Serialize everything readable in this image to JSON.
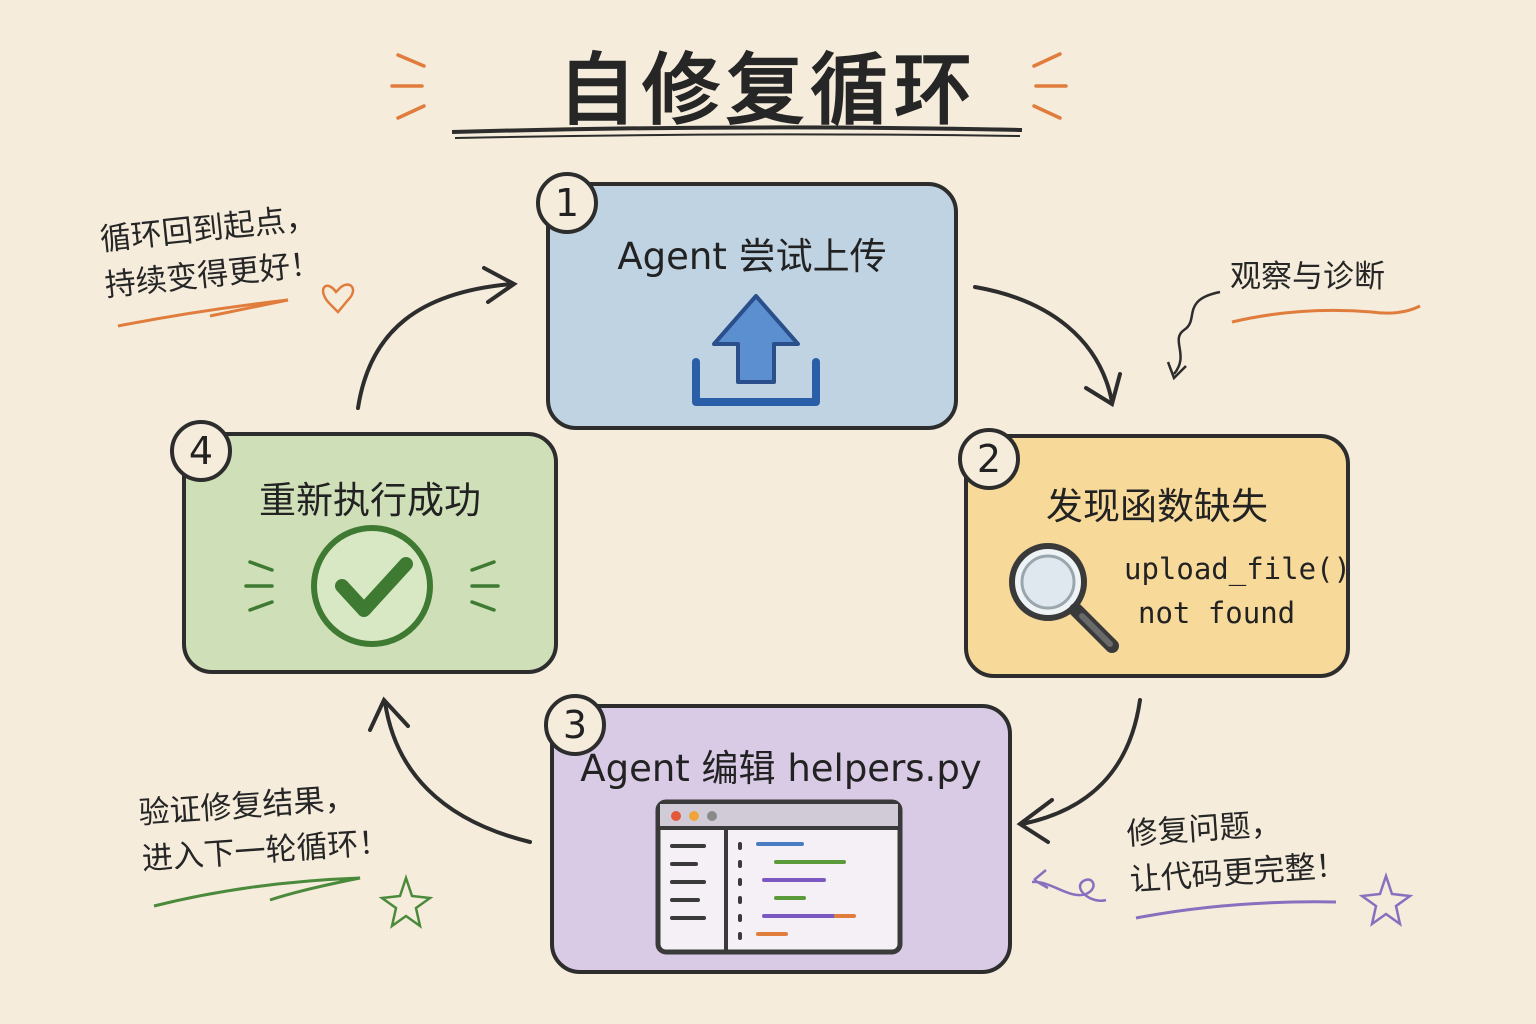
{
  "title": "自修复循环",
  "steps": [
    {
      "number": "1",
      "label": "Agent 尝试上传",
      "color": "#bfd3e3"
    },
    {
      "number": "2",
      "label": "发现函数缺失",
      "color": "#f7d99a",
      "code_line1": "upload_file()",
      "code_line2": "not found"
    },
    {
      "number": "3",
      "label": "Agent 编辑 helpers.py",
      "color": "#d9cbe5"
    },
    {
      "number": "4",
      "label": "重新执行成功",
      "color": "#cfdfb8"
    }
  ],
  "notes": {
    "top_left": [
      "循环回到起点，",
      "持续变得更好！"
    ],
    "top_right": [
      "观察与诊断"
    ],
    "bottom_left": [
      "验证修复结果，",
      "进入下一轮循环！"
    ],
    "bottom_right": [
      "修复问题，",
      "让代码更完整！"
    ]
  },
  "icons": {
    "step1": "upload-icon",
    "step2": "magnifier-icon",
    "step3": "code-editor-icon",
    "step4": "checkmark-circle-icon"
  }
}
